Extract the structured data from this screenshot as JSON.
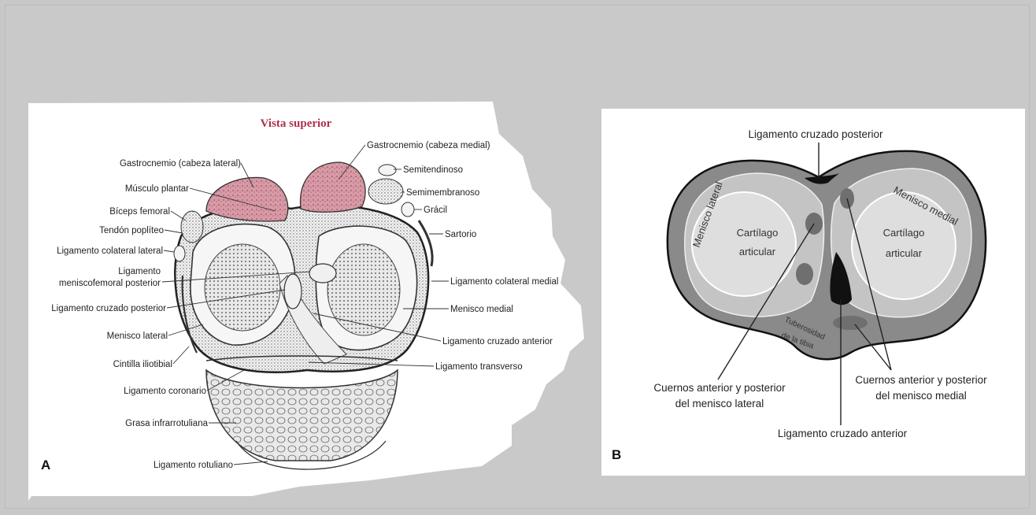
{
  "panelA": {
    "letter": "A",
    "title": "Vista superior",
    "labels": {
      "gastro_medial": "Gastrocnemio (cabeza medial)",
      "gastro_lateral": "Gastrocnemio (cabeza lateral)",
      "semitendinoso": "Semitendinoso",
      "musculo_plantar": "Músculo plantar",
      "semimembranoso": "Semimembranoso",
      "biceps": "Bíceps femoral",
      "gracil": "Grácil",
      "popliteo": "Tendón poplíteo",
      "sartorio": "Sartorio",
      "colateral_lateral": "Ligamento colateral lateral",
      "menisco_femoral_1": "Ligamento",
      "menisco_femoral_2": "meniscofemoral posterior",
      "colateral_medial": "Ligamento colateral medial",
      "cruzado_posterior": "Ligamento cruzado posterior",
      "menisco_medial": "Menisco medial",
      "menisco_lateral": "Menisco lateral",
      "cruzado_anterior": "Ligamento cruzado anterior",
      "cintilla": "Cintilla iliotibial",
      "transverso": "Ligamento transverso",
      "coronario": "Ligamento coronario",
      "grasa": "Grasa infrarrotuliana",
      "rotuliano": "Ligamento rotuliano"
    }
  },
  "panelB": {
    "letter": "B",
    "labels": {
      "cruzado_posterior": "Ligamento cruzado posterior",
      "menisco_lateral": "Menisco lateral",
      "menisco_medial": "Menisco medial",
      "cartilago_l1": "Cartílago",
      "cartilago_l2": "articular",
      "cartilago_r1": "Cartílago",
      "cartilago_r2": "articular",
      "tuberosidad_1": "Tuberosidad",
      "tuberosidad_2": "de la tibia",
      "cuernos_lat_1": "Cuernos anterior y posterior",
      "cuernos_lat_2": "del menisco lateral",
      "cuernos_med_1": "Cuernos anterior y posterior",
      "cuernos_med_2": "del menisco medial",
      "cruzado_anterior": "Ligamento cruzado anterior"
    }
  }
}
